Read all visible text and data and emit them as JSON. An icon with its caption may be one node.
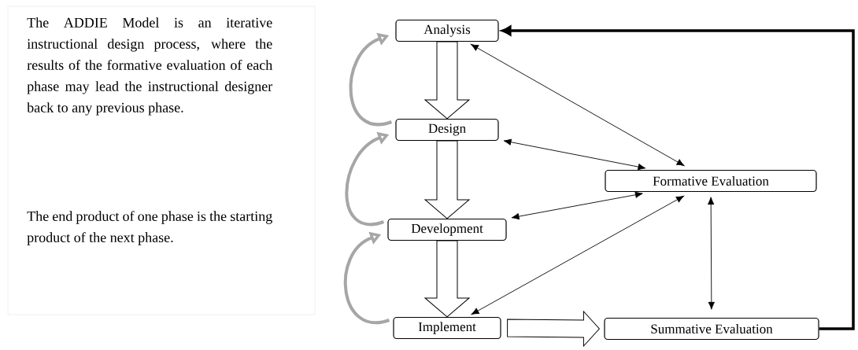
{
  "diagram": {
    "nodes": [
      {
        "text": [
          "Analysis"
        ]
      },
      {
        "text": [
          "Design"
        ]
      },
      {
        "text": [
          "Development"
        ]
      },
      {
        "text": [
          "Implement"
        ]
      },
      {
        "text": [
          "Formative Evaluation"
        ]
      },
      {
        "text": [
          "Summative Evaluation"
        ]
      }
    ],
    "edges": [
      {
        "from": 0,
        "to": 1,
        "arrow": "to"
      },
      {
        "from": 1,
        "to": 2,
        "arrow": "to"
      },
      {
        "from": 2,
        "to": 3,
        "arrow": "to"
      },
      {
        "from": 3,
        "to": 5,
        "arrow": "to"
      },
      {
        "from": 1,
        "to": 0,
        "arrow": "to",
        "style": "thick",
        "color": "#a6a6a6"
      },
      {
        "from": 2,
        "to": 1,
        "arrow": "to",
        "style": "thick",
        "color": "#a6a6a6"
      },
      {
        "from": 3,
        "to": 2,
        "arrow": "to",
        "style": "thick",
        "color": "#a6a6a6"
      },
      {
        "from": 0,
        "to": 4,
        "arrow": "both"
      },
      {
        "from": 1,
        "to": 4,
        "arrow": "both"
      },
      {
        "from": 2,
        "to": 4,
        "arrow": "both"
      },
      {
        "from": 3,
        "to": 4,
        "arrow": "both"
      },
      {
        "from": 4,
        "to": 5,
        "arrow": "both"
      },
      {
        "from": 5,
        "to": 0,
        "arrow": "to",
        "style": "thick"
      }
    ],
    "labels": [
      "The ADDIE Model is an iterative instructional design process, where the results of the formative evaluation of each phase may lead the instructional designer back to any previous phase.",
      "The end product of one phase is the starting product of the next phase."
    ]
  }
}
